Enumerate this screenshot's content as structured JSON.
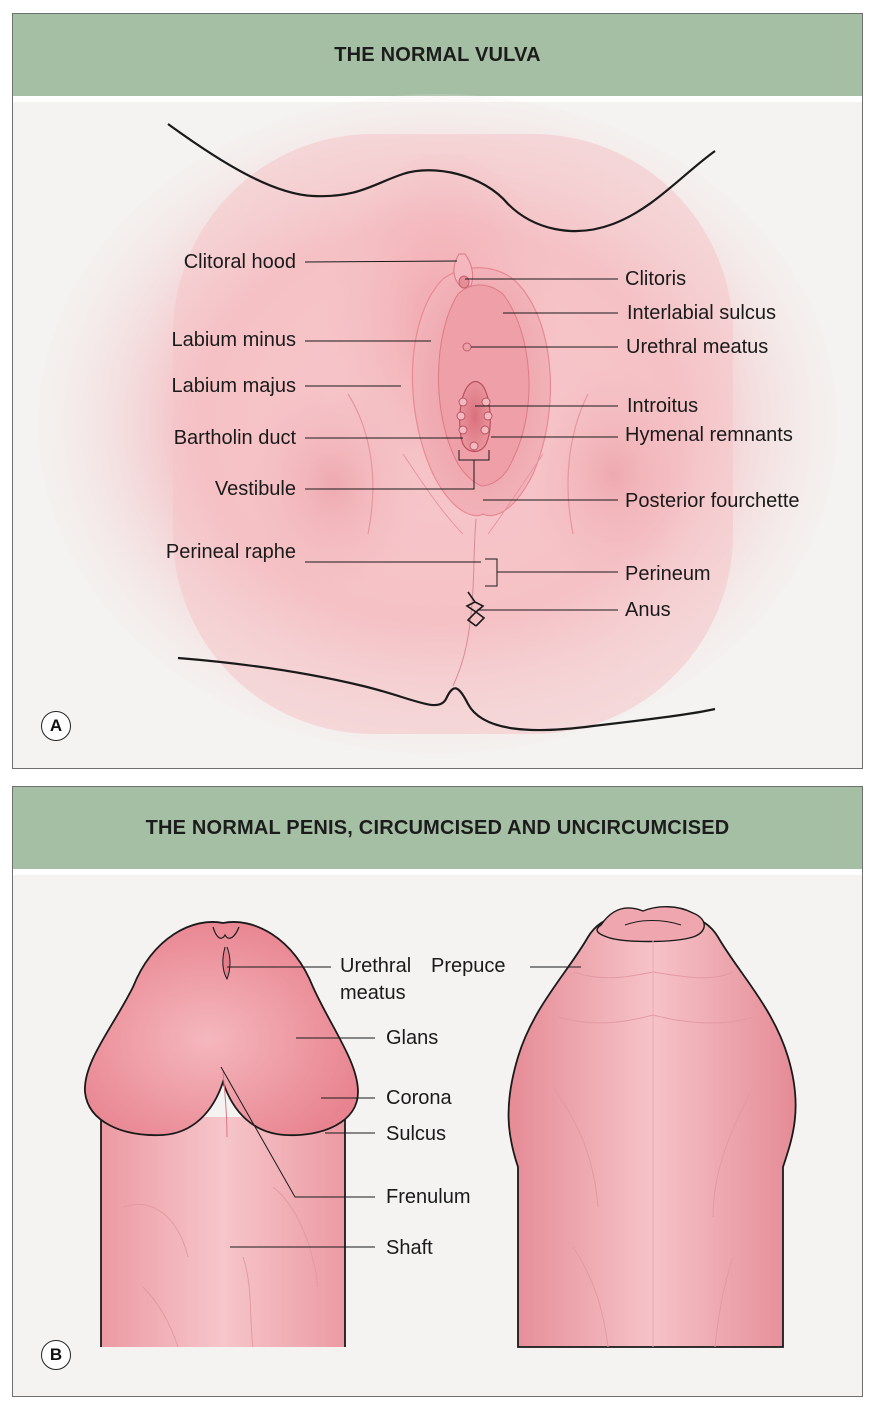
{
  "panel_a": {
    "title": "THE NORMAL VULVA",
    "badge": "A",
    "labels": {
      "clitoral_hood": "Clitoral hood",
      "labium_minus": "Labium minus",
      "labium_majus": "Labium majus",
      "bartholin_duct": "Bartholin duct",
      "vestibule": "Vestibule",
      "perineal_raphe": "Perineal raphe",
      "clitoris": "Clitoris",
      "interlabial_sulcus": "Interlabial sulcus",
      "urethral_meatus": "Urethral meatus",
      "introitus": "Introitus",
      "hymenal_remnants": "Hymenal remnants",
      "posterior_fourchette": "Posterior fourchette",
      "perineum": "Perineum",
      "anus": "Anus"
    }
  },
  "panel_b": {
    "title": "THE NORMAL PENIS, CIRCUMCISED AND UNCIRCUMCISED",
    "badge": "B",
    "labels": {
      "urethral": "Urethral",
      "meatus": "meatus",
      "prepuce": "Prepuce",
      "glans": "Glans",
      "corona": "Corona",
      "sulcus": "Sulcus",
      "frenulum": "Frenulum",
      "shaft": "Shaft"
    }
  },
  "colors": {
    "header_bg": "#a5bfa4",
    "panel_bg": "#f4f3f1",
    "skin": "#f0a8ae",
    "skin_dark": "#e37f8a",
    "outline": "#1a1a1a"
  }
}
